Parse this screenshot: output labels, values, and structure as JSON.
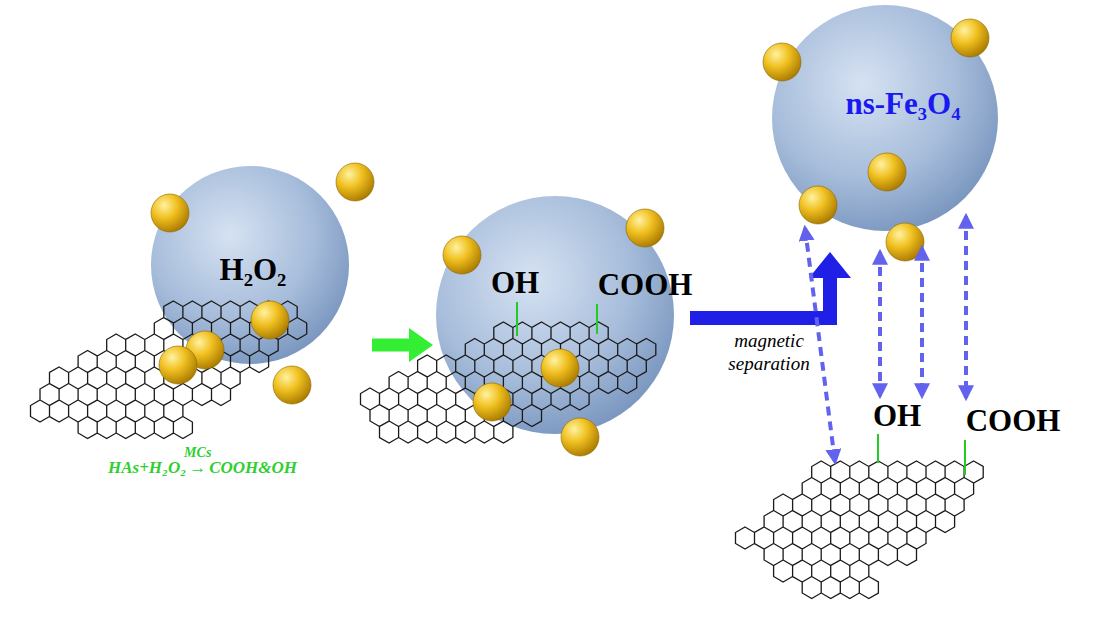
{
  "diagram": {
    "nodes": [
      {
        "text": [
          "H₂O₂"
        ]
      },
      {
        "text": [
          "OH",
          "COOH"
        ]
      },
      {
        "text": [
          "ns-Fe₃O₄"
        ]
      }
    ],
    "edges": [
      {
        "from": 0,
        "to": 1,
        "arrow": "to"
      },
      {
        "from": 1,
        "to": 2,
        "arrow": "to",
        "label": "magnetic separation"
      }
    ],
    "labels": [
      "HAs+H₂O₂",
      "MCs",
      "→",
      "COOH&OH",
      "OH",
      "COOH"
    ]
  }
}
